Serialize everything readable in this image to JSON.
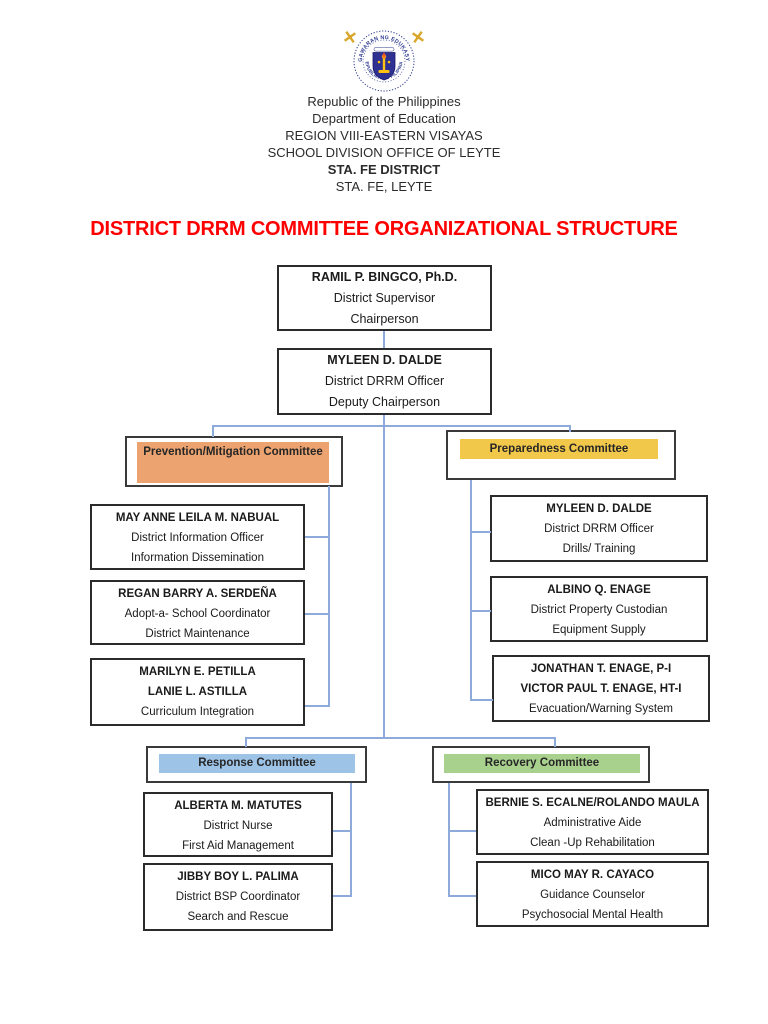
{
  "logo": {
    "name": "Department of Education seal",
    "ring_top": "KAGAWARAN NG EDUKASYON",
    "ring_bottom": "REPUBLIKA NG PILIPINAS"
  },
  "letterhead": {
    "lines": [
      "Republic of the Philippines",
      "Department of Education",
      "REGION VIII-EASTERN VISAYAS",
      "SCHOOL DIVISION OFFICE OF LEYTE",
      "STA. FE DISTRICT",
      "STA. FE, LEYTE"
    ]
  },
  "title": {
    "text": "DISTRICT DRRM COMMITTEE ORGANIZATIONAL STRUCTURE",
    "color": "#FF0000"
  },
  "colors": {
    "connector_line": "#8EAADB",
    "box_border": "#2b2b2b",
    "prevention_highlight": "#ECA36F",
    "preparedness_highlight": "#F2C84B",
    "response_highlight": "#9DC3E6",
    "recovery_highlight": "#A9D18E"
  },
  "org": {
    "chairperson": {
      "name": "RAMIL P. BINGCO, Ph.D.",
      "role": "District Supervisor",
      "duty": "Chairperson"
    },
    "deputy": {
      "name": "MYLEEN D. DALDE",
      "role": "District DRRM Officer",
      "duty": "Deputy Chairperson"
    },
    "prevention": {
      "label": "Prevention/Mitigation Committee",
      "members": [
        {
          "name": "MAY ANNE LEILA M. NABUAL",
          "role": "District Information Officer",
          "duty": "Information Dissemination"
        },
        {
          "name": "REGAN BARRY A. SERDEÑA",
          "role": "Adopt-a- School Coordinator",
          "duty": "District Maintenance"
        },
        {
          "name": "MARILYN E. PETILLA",
          "name2": "LANIE L. ASTILLA",
          "duty": "Curriculum Integration"
        }
      ]
    },
    "preparedness": {
      "label": "Preparedness Committee",
      "members": [
        {
          "name": "MYLEEN D. DALDE",
          "role": "District DRRM Officer",
          "duty": "Drills/ Training"
        },
        {
          "name": "ALBINO Q. ENAGE",
          "role": "District Property Custodian",
          "duty": "Equipment Supply"
        },
        {
          "name": "JONATHAN T. ENAGE, P-I",
          "name2": "VICTOR PAUL T. ENAGE, HT-I",
          "duty": "Evacuation/Warning System"
        }
      ]
    },
    "response": {
      "label": "Response Committee",
      "members": [
        {
          "name": "ALBERTA M. MATUTES",
          "role": "District Nurse",
          "duty": "First Aid Management"
        },
        {
          "name": "JIBBY BOY L. PALIMA",
          "role": "District BSP Coordinator",
          "duty": "Search and Rescue"
        }
      ]
    },
    "recovery": {
      "label": "Recovery Committee",
      "members": [
        {
          "name": "BERNIE S. ECALNE/ROLANDO MAULA",
          "role": "Administrative Aide",
          "duty": "Clean -Up Rehabilitation"
        },
        {
          "name": "MICO MAY R. CAYACO",
          "role": "Guidance Counselor",
          "duty": "Psychosocial Mental Health"
        }
      ]
    }
  }
}
